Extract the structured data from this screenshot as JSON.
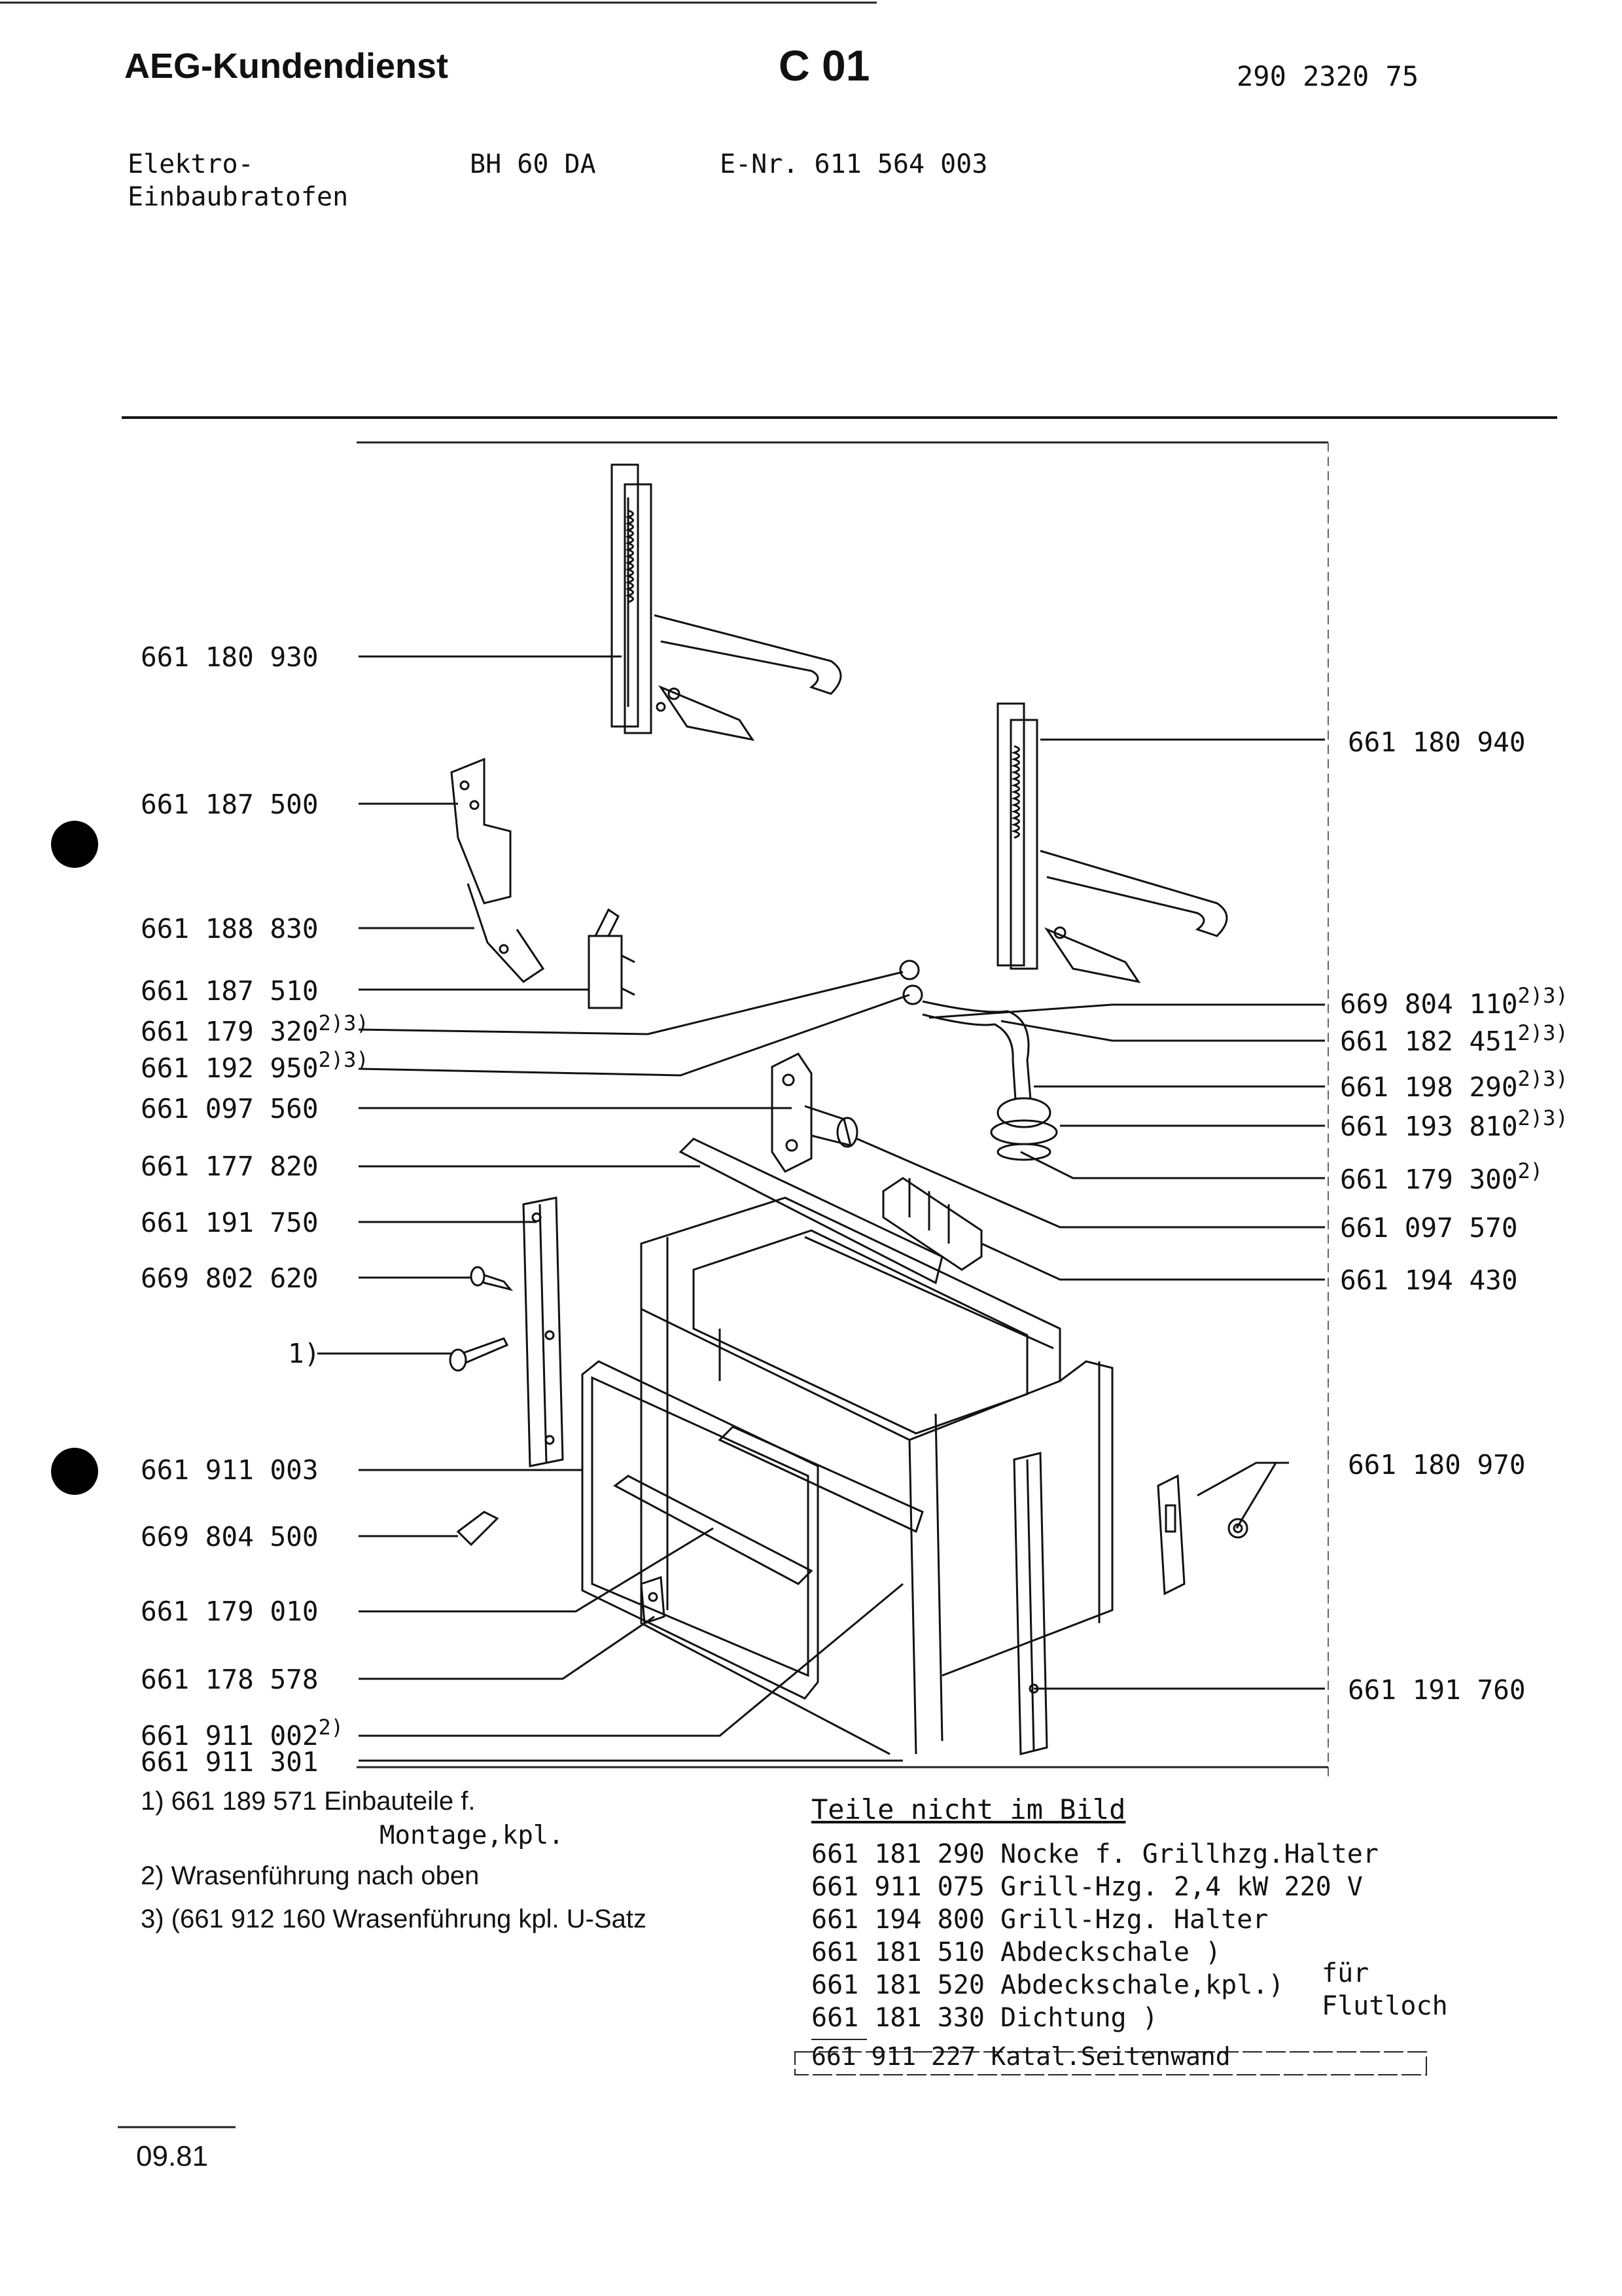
{
  "header": {
    "brand": "AEG-Kundendienst",
    "page_code": "C 01",
    "doc_number": "290 2320 75"
  },
  "device": {
    "type_line1": "Elektro-",
    "type_line2": "Einbaubratofen",
    "model": "BH  60 DA",
    "e_nr": "E-Nr. 611 564 003"
  },
  "parts_left": [
    {
      "num": "661 180 930",
      "sup": ""
    },
    {
      "num": "661 187 500",
      "sup": ""
    },
    {
      "num": "661 188 830",
      "sup": ""
    },
    {
      "num": "661 187 510",
      "sup": ""
    },
    {
      "num": "661 179 320",
      "sup": "2)3)"
    },
    {
      "num": "661 192 950",
      "sup": "2)3)"
    },
    {
      "num": "661 097 560",
      "sup": ""
    },
    {
      "num": "661 177 820",
      "sup": ""
    },
    {
      "num": "661 191 750",
      "sup": ""
    },
    {
      "num": "669 802 620",
      "sup": ""
    },
    {
      "num": "1)",
      "sup": ""
    },
    {
      "num": "661 911 003",
      "sup": ""
    },
    {
      "num": "669 804 500",
      "sup": ""
    },
    {
      "num": "661 179 010",
      "sup": ""
    },
    {
      "num": "661 178 578",
      "sup": ""
    },
    {
      "num": "661 911 002",
      "sup": "2)"
    },
    {
      "num": "661 911 301",
      "sup": ""
    }
  ],
  "parts_right": [
    {
      "num": "661 180 940",
      "sup": ""
    },
    {
      "num": "669 804 110",
      "sup": "2)3)"
    },
    {
      "num": "661 182 451",
      "sup": "2)3)"
    },
    {
      "num": "661 198 290",
      "sup": "2)3)"
    },
    {
      "num": "661 193 810",
      "sup": "2)3)"
    },
    {
      "num": "661 179 300",
      "sup": "2)"
    },
    {
      "num": "661 097 570",
      "sup": ""
    },
    {
      "num": "661 194 430",
      "sup": ""
    },
    {
      "num": "661 180 970",
      "sup": ""
    },
    {
      "num": "661 191 760",
      "sup": ""
    }
  ],
  "footnotes": {
    "fn1_line1": "1) 661 189 571 Einbauteile f.",
    "fn1_line2": "Montage,kpl.",
    "fn2": "2) Wrasenführung nach oben",
    "fn3": "3) (661 912 160 Wrasenführung kpl. U-Satz"
  },
  "not_in_picture": {
    "title": "Teile nicht im Bild",
    "rows": [
      "661 181 290 Nocke f. Grillhzg.Halter",
      "661 911 075 Grill-Hzg. 2,4 kW  220 V",
      "661 194 800 Grill-Hzg. Halter",
      "661 181 510 Abdeckschale      )",
      "661 181 520 Abdeckschale,kpl.)",
      "661 181 330 Dichtung          )",
      "661 911 227  Katal.Seitenwand"
    ],
    "fuer_line1": "für",
    "fuer_line2": "Flutloch"
  },
  "footer": {
    "date": "09.81"
  }
}
